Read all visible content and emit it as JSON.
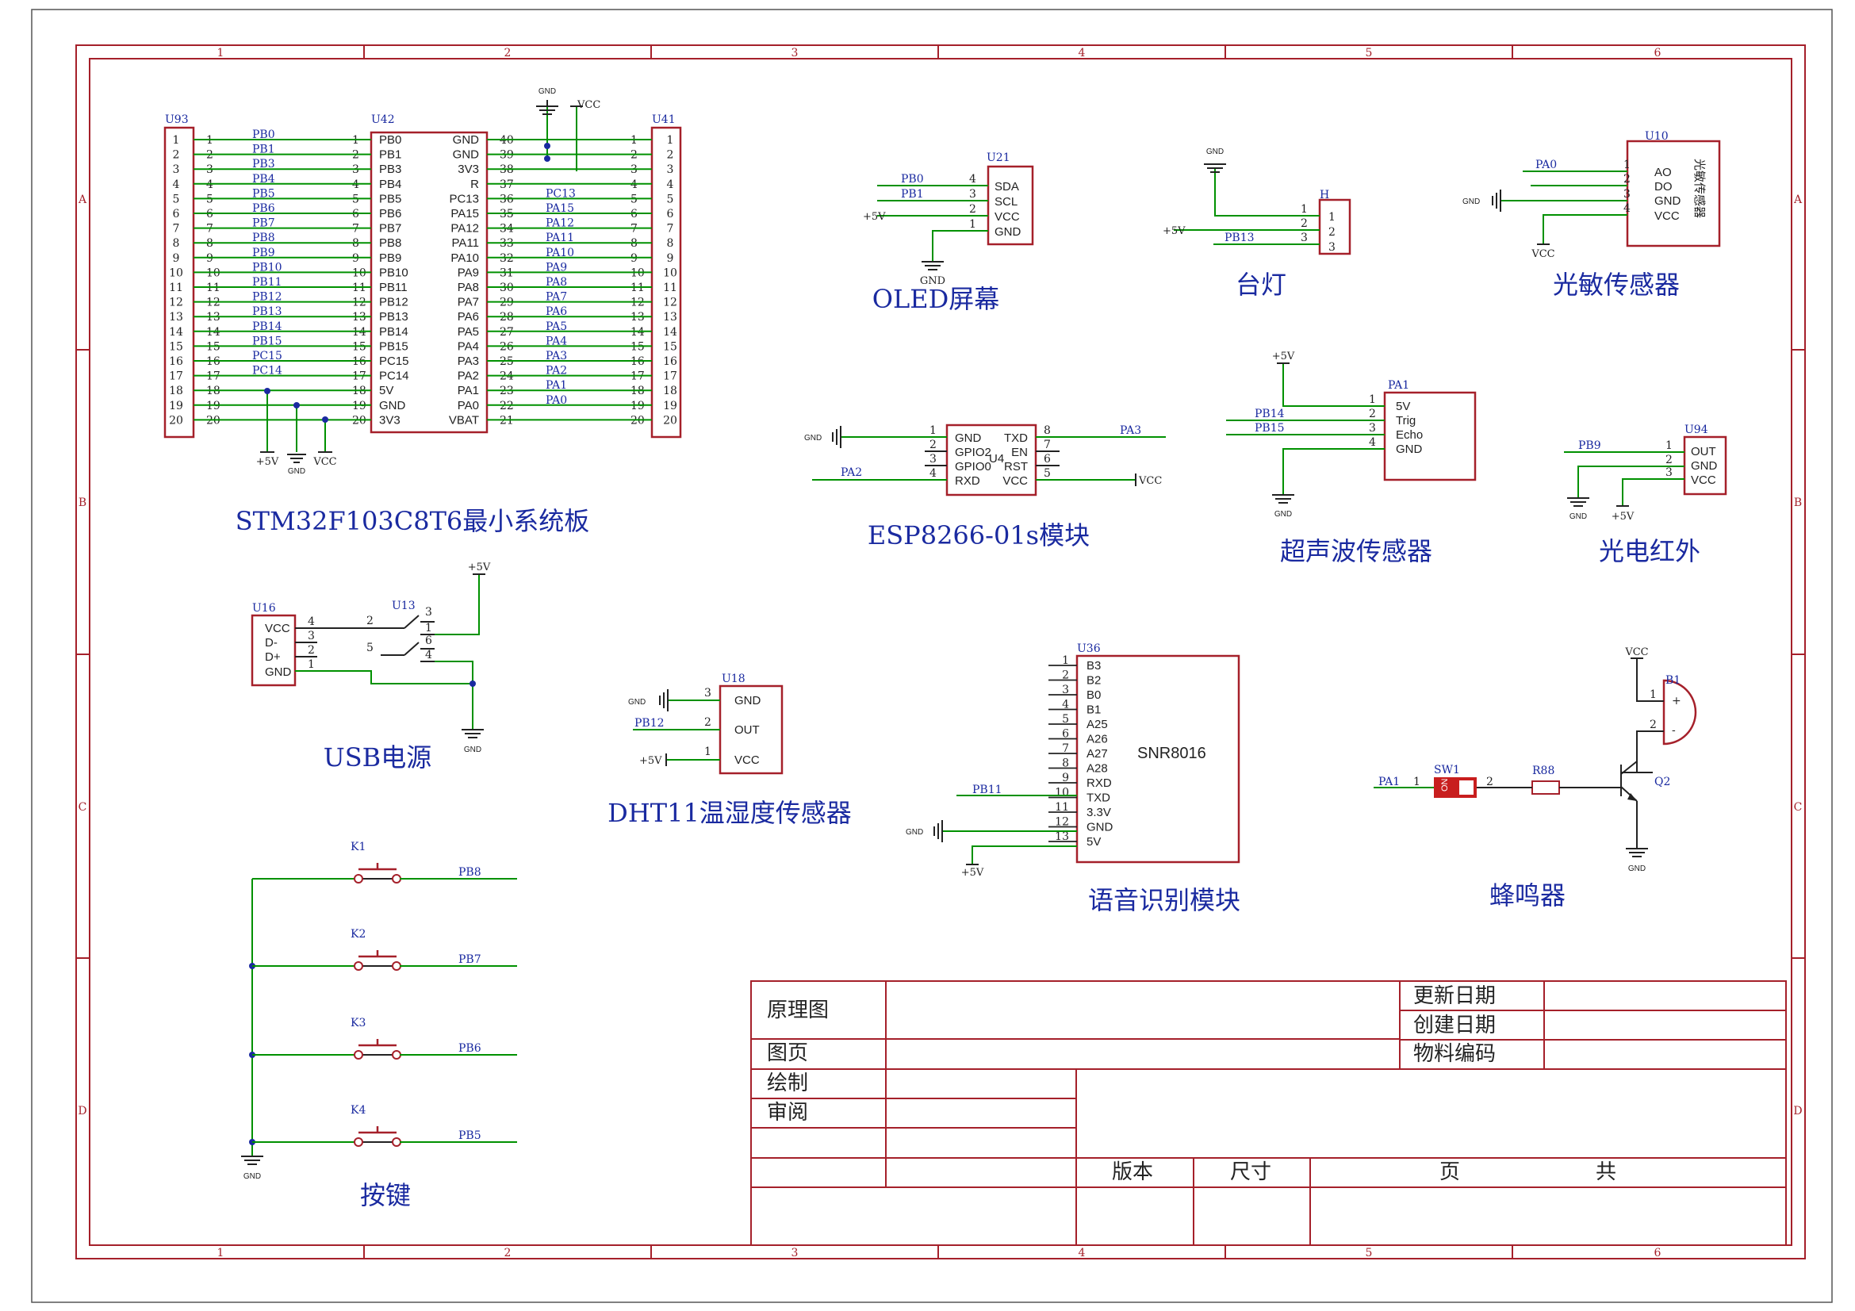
{
  "frame": {
    "columns": [
      "1",
      "2",
      "3",
      "4",
      "5",
      "6"
    ],
    "rows": [
      "A",
      "B",
      "C",
      "D"
    ]
  },
  "blocks": {
    "stm32": "STM32F103C8T6最小系统板",
    "oled": "OLED屏幕",
    "lamp": "台灯",
    "light_sensor": "光敏传感器",
    "esp": "ESP8266-01s模块",
    "ultrasonic": "超声波传感器",
    "ir": "光电红外",
    "usb": "USB电源",
    "dht": "DHT11温湿度传感器",
    "voice": "语音识别模块",
    "buzzer": "蜂鸣器",
    "keys": "按键"
  },
  "refs": {
    "u93": "U93",
    "u42": "U42",
    "u41": "U41",
    "u21": "U21",
    "h": "H",
    "u10": "U10",
    "u94": "U94",
    "pa1": "PA1",
    "u16": "U16",
    "u13": "U13",
    "u18": "U18",
    "u36": "U36",
    "b1": "B1",
    "sw1": "SW1",
    "r88": "R88",
    "q2": "Q2",
    "k1": "K1",
    "k2": "K2",
    "k3": "K3",
    "k4": "K4",
    "u4": "U4"
  },
  "power": {
    "gnd": "GND",
    "vcc": "VCC",
    "p5v": "+5V"
  },
  "u42_left_pins": [
    "PB0",
    "PB1",
    "PB3",
    "PB4",
    "PB5",
    "PB6",
    "PB7",
    "PB8",
    "PB9",
    "PB10",
    "PB11",
    "PB12",
    "PB13",
    "PB14",
    "PB15",
    "PC15",
    "PC14",
    "5V",
    "GND",
    "3V3"
  ],
  "u42_right_pins": [
    "GND",
    "GND",
    "3V3",
    "R",
    "PC13",
    "PA15",
    "PA12",
    "PA11",
    "PA10",
    "PA9",
    "PA8",
    "PA7",
    "PA6",
    "PA5",
    "PA4",
    "PA3",
    "PA2",
    "PA1",
    "PA0",
    "VBAT"
  ],
  "u42_right_nums": [
    "40",
    "39",
    "38",
    "37",
    "36",
    "35",
    "34",
    "33",
    "32",
    "31",
    "30",
    "29",
    "28",
    "27",
    "26",
    "25",
    "24",
    "23",
    "22",
    "21"
  ],
  "u93_nets": [
    "PB0",
    "PB1",
    "PB3",
    "PB4",
    "PB5",
    "PB6",
    "PB7",
    "PB8",
    "PB9",
    "PB10",
    "PB11",
    "PB12",
    "PB13",
    "PB14",
    "PB15",
    "PC15",
    "PC14",
    "",
    "",
    ""
  ],
  "u41_nets": [
    "",
    "",
    "",
    "",
    "PC13",
    "PA15",
    "PA12",
    "PA11",
    "PA10",
    "PA9",
    "PA8",
    "PA7",
    "PA6",
    "PA5",
    "PA4",
    "PA3",
    "PA2",
    "PA1",
    "PA0",
    ""
  ],
  "u21_pins": [
    "SDA",
    "SCL",
    "VCC",
    "GND"
  ],
  "u21_nums": [
    "4",
    "3",
    "2",
    "1"
  ],
  "u21_nets": [
    "PB0",
    "PB1",
    ""
  ],
  "h_nets": [
    "PB13"
  ],
  "u10_pins": [
    "AO",
    "DO",
    "GND",
    "VCC"
  ],
  "u10_body": "光敏传感器",
  "u10_nets": [
    "PA0"
  ],
  "esp_left": [
    "GND",
    "GPIO2",
    "GPIO0",
    "RXD"
  ],
  "esp_right": [
    "TXD",
    "EN",
    "RST",
    "VCC"
  ],
  "esp_nets": [
    "PA3",
    "PA2"
  ],
  "pa1_pins": [
    "5V",
    "Trig",
    "Echo",
    "GND"
  ],
  "pa1_nets": [
    "PB14",
    "PB15"
  ],
  "u94_pins": [
    "OUT",
    "GND",
    "VCC"
  ],
  "u94_nets": [
    "PB9"
  ],
  "u16_pins": [
    "VCC",
    "D-",
    "D+",
    "GND"
  ],
  "u18_pins": [
    "GND",
    "OUT",
    "VCC"
  ],
  "u18_nets": [
    "PB12"
  ],
  "u36_pins": [
    "B3",
    "B2",
    "B0",
    "B1",
    "A25",
    "A26",
    "A27",
    "A28",
    "RXD",
    "TXD",
    "3.3V",
    "GND",
    "5V"
  ],
  "u36_chip": "SNR8016",
  "u36_nets": [
    "PB11"
  ],
  "buzzer_nets": [
    "PA1"
  ],
  "sw_text": "ON",
  "keys_nets": [
    "PB8",
    "PB7",
    "PB6",
    "PB5"
  ],
  "titleblock": {
    "schematic": "原理图",
    "page_label": "图页",
    "drawn": "绘制",
    "review": "审阅",
    "updated": "更新日期",
    "created": "创建日期",
    "material": "物料编码",
    "version": "版本",
    "size": "尺寸",
    "page": "页",
    "total": "共"
  }
}
